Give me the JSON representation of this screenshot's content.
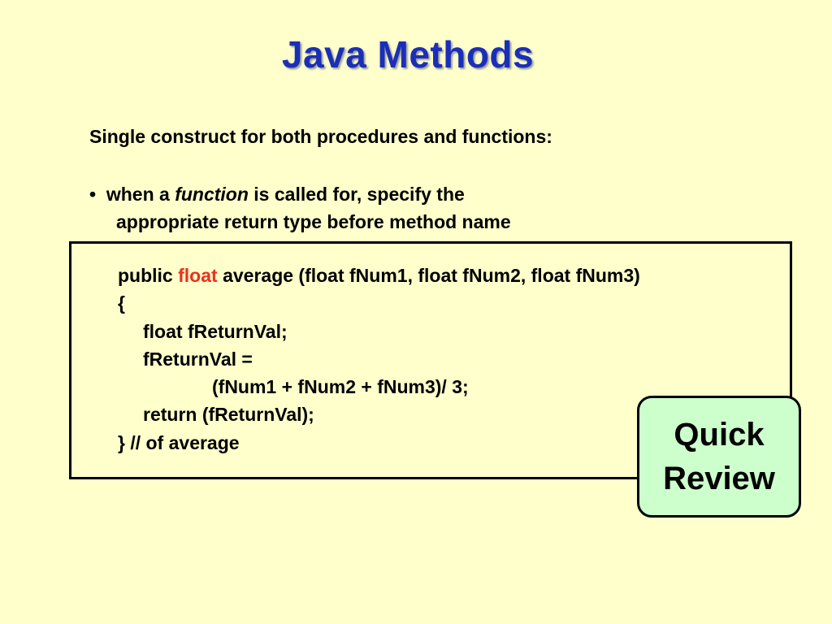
{
  "slide": {
    "title": "Java Methods",
    "intro": "Single construct for both procedures and  functions:",
    "bullet": {
      "marker": "•",
      "prefix": "when a ",
      "emphasis": "function",
      "suffix": " is called for, specify the",
      "continuation": "appropriate return type before method name"
    },
    "code": {
      "line1_before": "public ",
      "line1_highlight": "float",
      "line1_after": " average (float fNum1, float fNum2, float fNum3)",
      "line2": "{",
      "line3": "float fReturnVal;",
      "line4": "fReturnVal =",
      "line5": "(fNum1 + fNum2 + fNum3)/ 3;",
      "line6": "return (fReturnVal);",
      "line7": "} // of average"
    },
    "badge": {
      "line1": "Quick",
      "line2": "Review"
    }
  },
  "colors": {
    "background": "#ffffcc",
    "title": "#1a2fb8",
    "highlight": "#e8321e",
    "badge_fill": "#ccffcc"
  }
}
